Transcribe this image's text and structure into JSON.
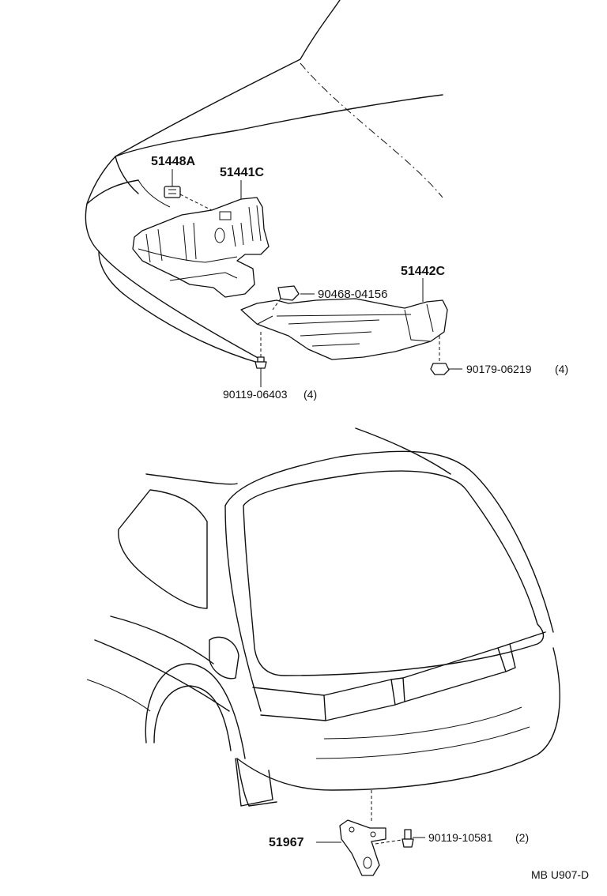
{
  "parts": {
    "p51448a": "51448A",
    "p51441c": "51441C",
    "p51442c": "51442C",
    "p90468": "90468-04156",
    "p90179": "90179-06219",
    "p90179_qty": "(4)",
    "p90119a": "90119-06403",
    "p90119a_qty": "(4)",
    "p51967": "51967",
    "p90119b": "90119-10581",
    "p90119b_qty": "(2)"
  },
  "figure_code": "MB U907-D"
}
